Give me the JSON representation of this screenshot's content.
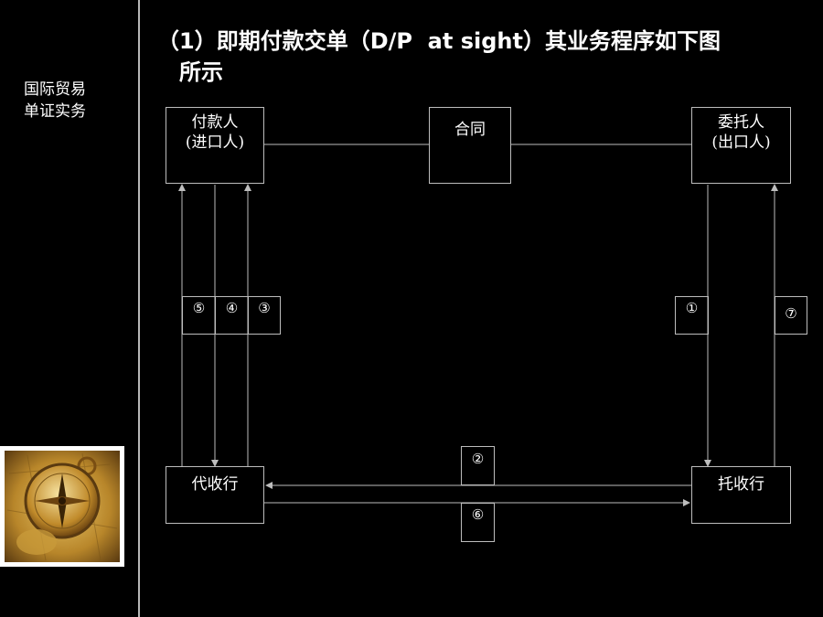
{
  "sidebar": {
    "line1": "国际贸易",
    "line2": "单证实务"
  },
  "heading": {
    "line1": "（1）即期付款交单（D/P  at sight）其业务程序如下图",
    "line2": "所示"
  },
  "nodes": {
    "payer_line1": "付款人",
    "payer_line2": "(进口人)",
    "contract": "合同",
    "principal_line1": "委托人",
    "principal_line2": "(出口人)",
    "collecting_bank": "代收行",
    "remitting_bank": "托收行"
  },
  "steps": {
    "s1": "①",
    "s2": "②",
    "s3": "③",
    "s4": "④",
    "s5": "⑤",
    "s6": "⑥",
    "s7": "⑦"
  }
}
